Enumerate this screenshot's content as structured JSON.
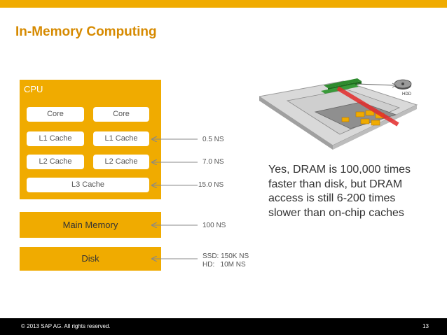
{
  "slide": {
    "title": "In-Memory Computing",
    "page_number": "13",
    "copyright": "© 2013 SAP AG. All rights reserved.",
    "brand_color": "#f0ab00"
  },
  "cpu": {
    "label": "CPU",
    "cores": [
      "Core",
      "Core"
    ],
    "l1": [
      "L1 Cache",
      "L1 Cache"
    ],
    "l2": [
      "L2 Cache",
      "L2 Cache"
    ],
    "l3": "L3 Cache"
  },
  "main_memory": "Main Memory",
  "disk": "Disk",
  "latencies": {
    "l1": "0.5 NS",
    "l2": "7.0 NS",
    "l3": "15.0 NS",
    "memory": "100 NS",
    "disk_ssd": "SSD: 150K NS",
    "disk_hd": "HD:   10M NS"
  },
  "illustration": {
    "hdd_label": "HDD"
  },
  "note": "Yes, DRAM is 100,000 times faster than disk, but DRAM access is still 6-200 times slower than on-chip caches"
}
